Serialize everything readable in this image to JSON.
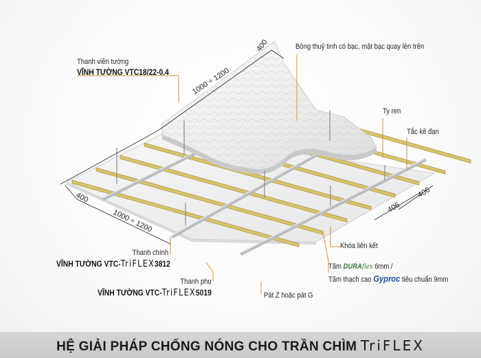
{
  "labels": {
    "edge_trim_name": "Thanh viền tường",
    "edge_trim_code": "VĨNH TƯỜNG VTC18/22-0.4",
    "glass_wool": "Bông thuỷ tinh có bạc, mặt bạc quay lên trên",
    "threaded_rod": "Ty ren",
    "anchor": "Tắc kê đạn",
    "joint_clip": "Khóa liên kết",
    "board_line1_prefix": "Tấm",
    "board_brand1_a": "DURA",
    "board_brand1_b": "flex",
    "board_line1_suffix": "6mm /",
    "board_line2_prefix": "Tấm thạch cao",
    "board_brand2": "Gyproc",
    "board_line2_suffix": "tiêu chuẩn 9mm",
    "main_bar_name": "Thanh chính",
    "main_bar_code_prefix": "VĨNH TƯỜNG VTC-",
    "main_bar_brand": "TriFLEX",
    "main_bar_code_suffix": "3812",
    "sub_bar_name": "Thanh phụ",
    "sub_bar_code_prefix": "VĨNH TƯỜNG VTC-",
    "sub_bar_brand": "TriFLEX",
    "sub_bar_code_suffix": "5019",
    "bracket": "Pát Z hoặc pát G"
  },
  "dimensions": {
    "top_400": "400",
    "top_span": "1000 ÷ 1200",
    "left_400": "400",
    "left_span": "1000 ÷ 1200",
    "right_406_a": "406",
    "right_406_b": "406"
  },
  "footer": {
    "title": "HỆ GIẢI PHÁP CHỐNG NÓNG CHO TRẦN CHÌM ",
    "brand": "TriFLEX"
  },
  "colors": {
    "board": "#f4f4f4",
    "furring": "#d8c36a",
    "furring_edge": "#9c8840",
    "main_bar": "#b9bcc0",
    "leader": "#e08a2c",
    "dimension": "#333333"
  }
}
